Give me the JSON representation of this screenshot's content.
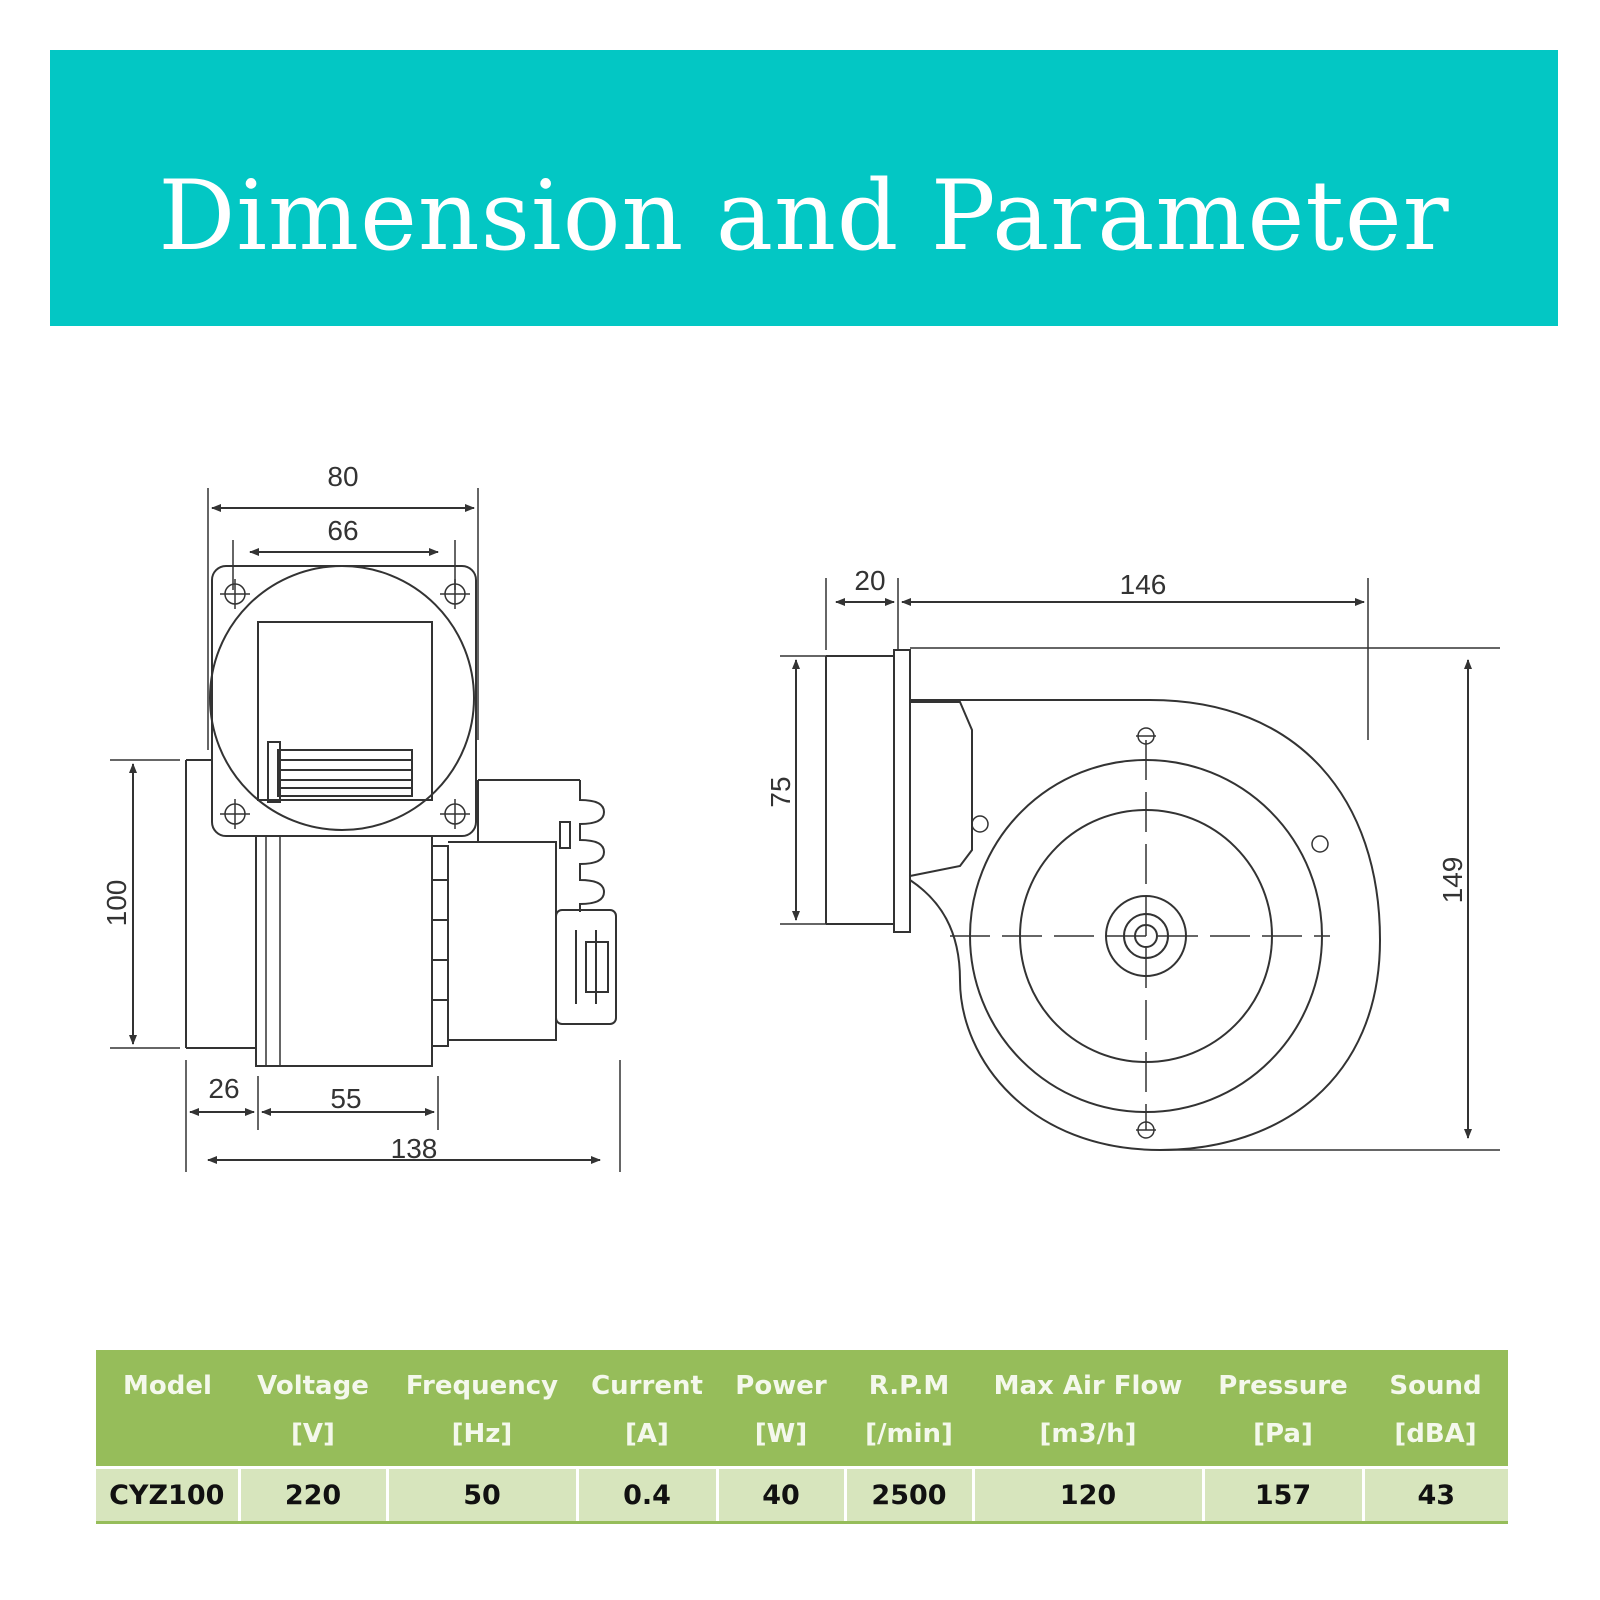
{
  "banner": {
    "title": "Dimension and Parameter",
    "background": "#03c7c4"
  },
  "diagram": {
    "front_view": {
      "dims": {
        "width_overall": "80",
        "width_holes": "66",
        "height": "100",
        "offset": "26",
        "body": "55",
        "length": "138"
      }
    },
    "side_view": {
      "dims": {
        "flange": "20",
        "length": "146",
        "outlet": "75",
        "height": "149"
      }
    }
  },
  "table": {
    "header_color": "#96bd5a",
    "row_color": "#d7e5bd",
    "columns": [
      {
        "label": "Model",
        "unit": ""
      },
      {
        "label": "Voltage",
        "unit": "[V]"
      },
      {
        "label": "Frequency",
        "unit": "[Hz]"
      },
      {
        "label": "Current",
        "unit": "[A]"
      },
      {
        "label": "Power",
        "unit": "[W]"
      },
      {
        "label": "R.P.M",
        "unit": "[/min]"
      },
      {
        "label": "Max Air Flow",
        "unit": "[m3/h]"
      },
      {
        "label": "Pressure",
        "unit": "[Pa]"
      },
      {
        "label": "Sound",
        "unit": "[dBA]"
      }
    ],
    "rows": [
      [
        "CYZ100",
        "220",
        "50",
        "0.4",
        "40",
        "2500",
        "120",
        "157",
        "43"
      ]
    ]
  }
}
